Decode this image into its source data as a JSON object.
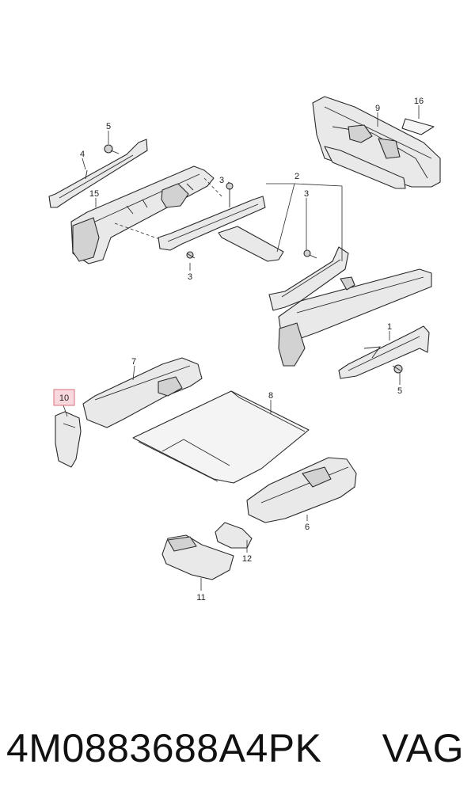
{
  "callouts": {
    "c1": "1",
    "c2": "2",
    "c3a": "3",
    "c3b": "3",
    "c3c": "3",
    "c4": "4",
    "c5a": "5",
    "c5b": "5",
    "c6": "6",
    "c7": "7",
    "c8": "8",
    "c9": "9",
    "c10": "10",
    "c11": "11",
    "c12": "12",
    "c15": "15",
    "c16": "16"
  },
  "highlight": {
    "callout": "10",
    "color": "#f8d8dc"
  },
  "footer": {
    "part_number": "4M0883688A4PK",
    "brand": "VAG"
  }
}
